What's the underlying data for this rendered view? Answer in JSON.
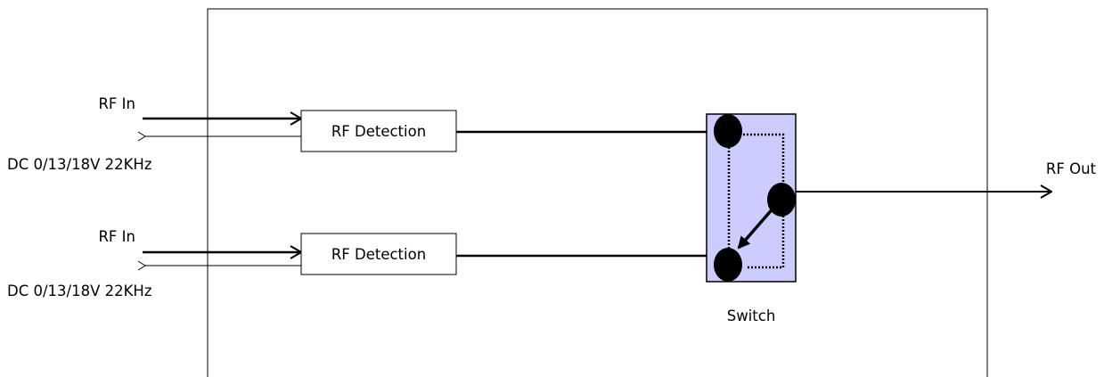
{
  "diagram": {
    "inputs": [
      {
        "rf_label": "RF In",
        "dc_label": "DC 0/13/18V 22KHz",
        "block_label": "RF Detection"
      },
      {
        "rf_label": "RF In",
        "dc_label": "DC 0/13/18V 22KHz",
        "block_label": "RF Detection"
      }
    ],
    "switch": {
      "label": "Switch",
      "fill_color": "#ccccff"
    },
    "output": {
      "rf_label": "RF Out"
    }
  }
}
